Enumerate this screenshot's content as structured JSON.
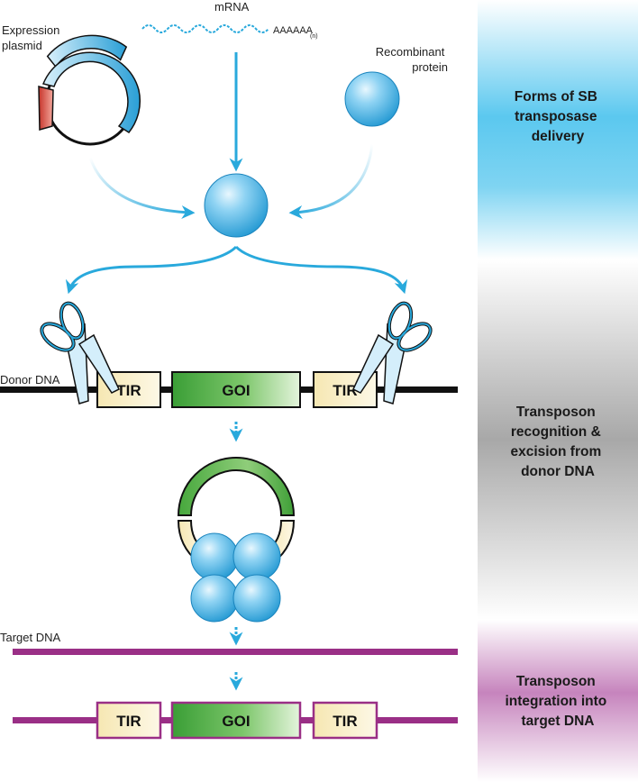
{
  "labels": {
    "mrna": "mRNA",
    "poly_a": "AAAAAA",
    "poly_a_sub": "(n)",
    "expression_plasmid_1": "Expression",
    "expression_plasmid_2": "plasmid",
    "recombinant_protein_1": "Recombinant",
    "recombinant_protein_2": "protein",
    "donor_dna": "Donor DNA",
    "target_dna": "Target DNA",
    "tir": "TIR",
    "goi": "GOI"
  },
  "panels": [
    {
      "id": "delivery",
      "lines": [
        "Forms of SB",
        "transposase",
        "delivery"
      ]
    },
    {
      "id": "excision",
      "lines": [
        "Transposon",
        "recognition &",
        "excision from",
        "donor DNA"
      ]
    },
    {
      "id": "integration",
      "lines": [
        "Transposon",
        "integration into",
        "target DNA"
      ]
    }
  ],
  "colors": {
    "arrow": "#29a9dc",
    "blue_panel": "#5bc8ef",
    "gray_panel": "#a8a8a8",
    "purple_panel": "#c684bd",
    "target_dna": "#9a2f86",
    "tir_fill": "#f7ecc0",
    "goi_green": "#3fa83a",
    "plasmid_red": "#d94b3e",
    "plasmid_blue": "#2a9fd6"
  }
}
